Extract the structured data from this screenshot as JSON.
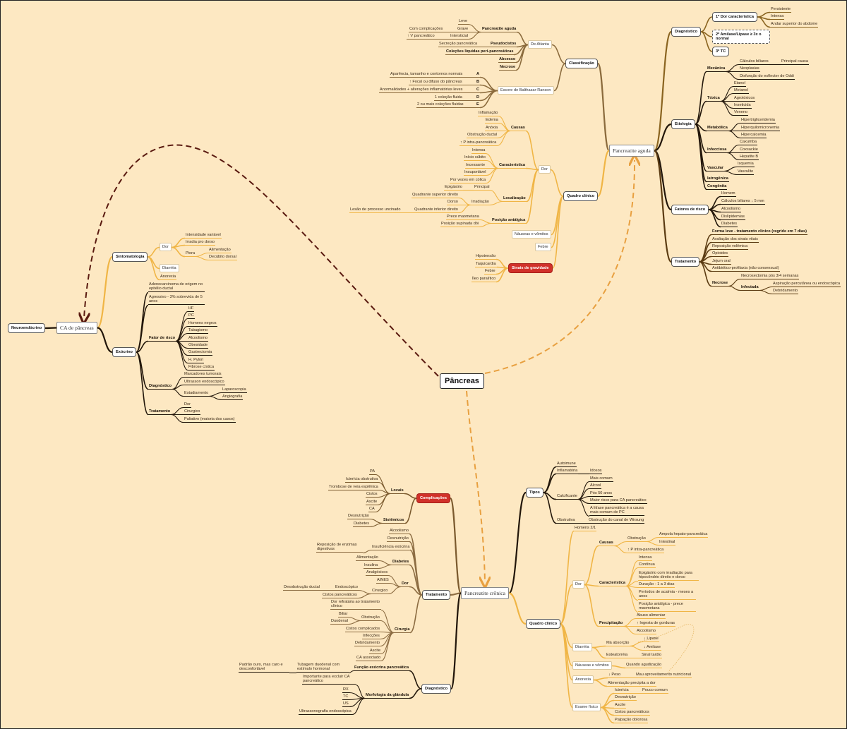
{
  "colors": {
    "background": "#fde8c2",
    "classificacao": "#8b6b3d",
    "quadro_clinico": "#f0b545",
    "diagnostico_aguda": "#8a6420",
    "dark": "#22160a",
    "tratamento_aguda": "#5b3b12",
    "complicacoes": "#7b5a2e",
    "tratamento_cronica": "#8c6c42",
    "alert_red": "#d1312a",
    "arrow_ca": "#5a1a10",
    "arrow_orange": "#e8a040"
  },
  "map": {
    "center": [
      "Pâncreas"
    ],
    "aguda_main": [
      "Pancreatite aguda"
    ],
    "cron_main": [
      "Pancreatite crônica"
    ],
    "classif": [
      "Classificação",
      "De Atlanta",
      "Pancreatite aguda",
      "Leve",
      "Grave",
      "Intersticial",
      "Com complicações",
      "↑ V pancreático",
      "Pseudocistos",
      "Secreção pancreática",
      "Coleções líquidas peri-pancreáticas",
      "Abcesso",
      "Necrose",
      "Escore de Balthazar-Ranson",
      "A",
      "B",
      "C",
      "D",
      "E",
      "Aparência, tamanho e contornos normais",
      "↑ Focal ou difuso do pâncreas",
      "Anormalidades + alterações inflamatórias leves",
      "1 coleção fluida",
      "2 ou mais coleções fluidas"
    ],
    "quadro_ag": [
      "Quadro clínico",
      "Dor",
      "Causas",
      "Inflamação",
      "Edema",
      "Anóxia",
      "Obstrução ductal",
      "↑ P intra-pancreática",
      "Característica",
      "Intensa",
      "Início súbito",
      "Incessante",
      "Insuportável",
      "Por vezes em cólica",
      "Localização",
      "Principal",
      "Epigástrio",
      "Irradiação",
      "Quadrante superior direito",
      "Dorso",
      "Quadrante inferior direito",
      "Lesão de processo uncinado",
      "Posição antálgica",
      "Prece maometana",
      "Posição supinada dói",
      "Náuseas e vômitos",
      "Febre",
      "Sinais de gravidade",
      "Hipotensão",
      "Taquicardia",
      "Febre",
      "Íleo paralítico"
    ],
    "diag_ag": [
      "Diagnóstico",
      "1º Dor característica",
      "Persistente",
      "Intensa",
      "Andar superior do abdome",
      "2º Amilase/Lipase ≥ 3x o normal",
      "3º TC"
    ],
    "etio": [
      "Etiologia",
      "Mecânica",
      "Cálculos biliares",
      "Principal causa",
      "Neoplasias",
      "Disfunção do esfíncter de Oddi",
      "Tóxica",
      "Etanol",
      "Metanol",
      "Agrotóxicos",
      "Inseticida",
      "Veneno",
      "Metabólica",
      "Hipertrigliceridemia",
      "Hiperquilomicronemia",
      "Hipercalcemia",
      "Infecciosa",
      "Caxumba",
      "Coxsackie",
      "Hepatite B",
      "Vascular",
      "Isquemia",
      "Vasculite",
      "Iatrogênica",
      "Congênita"
    ],
    "risco_ag": [
      "Fatores de risco",
      "Homem",
      "Cálculos biliares ↓ 5 mm",
      "Alcoolismo",
      "Dislipidemias",
      "Diabetes"
    ],
    "trat_ag": [
      "Tratamento",
      "Forma leve - tratamento clínico (regride em 7 dias)",
      "Avaliação dos sinais vitais",
      "Reposição volêmica",
      "Opioides",
      "Jejum oral",
      "Antibiótico-profilaxia (não consensual)",
      "Necrose",
      "Necrosectomia pós 3/4 semanas",
      "Infectada",
      "Aspiração percutânea ou endoscópica",
      "Debridamento"
    ],
    "ca": [
      "CA de pâncreas",
      "Neuroendócrino",
      "Sintomatologia",
      "Dor",
      "Intensidade variável",
      "Irradia pro dorso",
      "Piora",
      "Alimentação",
      "Decúbito dorsal",
      "Diarréia",
      "Anorexia",
      "Exócrino",
      "Adenocarcinoma de origem no epitélio ductal",
      "Agressivo - 3% sobrevida de 5 anos",
      "Fator de risco",
      "HF",
      "PC",
      "Homens negros",
      "Tabagismo",
      "Alcoolismo",
      "Obesidade",
      "Gastrectomia",
      "H. Pylori",
      "Fibrose cística",
      "Diagnóstico",
      "Marcadores tumorais",
      "Ultrasson endoscópico",
      "Estadiamento",
      "Laparoscopia",
      "Angiografia",
      "Tratamento",
      "Dor",
      "Cirurgico",
      "Paliativo (maioria dos casos)"
    ],
    "compl": [
      "Complicações",
      "Locais",
      "PA",
      "Icterícia obstrutiva",
      "Trombose de veia esplênica",
      "Cistos",
      "Ascite",
      "CA",
      "Sistêmicos",
      "Desnutrição",
      "Diabetes"
    ],
    "trat_cr": [
      "Tratamento",
      "Alcoolismo",
      "Desnutrição",
      "Insuficiência exócrina",
      "Reposição de enzimas digestivas",
      "Diabetes",
      "Alimentação",
      "Insulina",
      "Dor",
      "Analgésicos",
      "AINES",
      "Cirurgico",
      "Endoscópico",
      "Desobstrução ductal",
      "Cistos pancreáticos",
      "Cirurgia",
      "Dor refratária ao tratamento clínico",
      "Obstrução",
      "Biliar",
      "Duodenal",
      "Cistos complicados",
      "Infecções",
      "Debridamento",
      "Ascite",
      "CA associado"
    ],
    "diag_cr": [
      "Diagnóstico",
      "Função exócrina pancreática",
      "Tubagem duodenal com estímulo hormonal",
      "Padrão ouro, mas caro e desconfortável",
      "Morfologia da glândula",
      "Importante para excluir CA pancreático",
      "RX",
      "TC",
      "US",
      "Ultrassonografia endoscópica"
    ],
    "tipos": [
      "Tipos",
      "Autoimune",
      "Inflamatória",
      "Idosos",
      "Calcificante",
      "Mais comum",
      "Álcool",
      "Pós 50 anos",
      "Maior risco para CA pancreático",
      "A litíase pancreática é a causa mais comum de PC",
      "Obstrutiva",
      "Obstrução do canal de Wirsung"
    ],
    "quadro_cr": [
      "Quadro clínico",
      "Homens 2/1",
      "Dor",
      "Causas",
      "Obstrução",
      "Ampola hepato-pancreática",
      "Intestinal",
      "↑ P intra-pancreática",
      "Característica",
      "Intensa",
      "Contínua",
      "Epigástrio com irradiação para hipocôndrio direito e dorso",
      "Duração - 1 a 3 dias",
      "Períodos de acalmia - meses a anos",
      "Posição antálgica - prece maometana",
      "Precipitação",
      "Abuso alimentar",
      "↑ Ingesta de gorduras",
      "Alcoolismo",
      "Diarréia",
      "Má absorção",
      "↓ Lipase",
      "↓ Amilase",
      "Esteatorréia",
      "Sinal tardio",
      "Náuseas e vômitos",
      "Quando agudização",
      "Anorexia",
      "↓ Peso",
      "Mau aproveitamento nutricional",
      "Alimentação precipita a dor",
      "Exame físico",
      "Icterícia",
      "Pouco comum",
      "Desnutrição",
      "Ascite",
      "Cistos pancreáticos",
      "Palpação dolorosa"
    ]
  }
}
